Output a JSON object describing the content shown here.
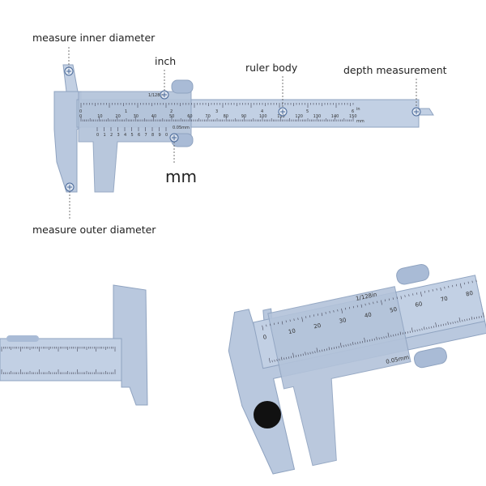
{
  "labels": {
    "inner": "measure inner diameter",
    "inch": "inch",
    "body": "ruler body",
    "depth": "depth measurement",
    "mm": "mm",
    "outer": "measure outer diameter"
  },
  "scale": {
    "inch_unit": "in",
    "mm_unit": "mm",
    "inch_vernier": "1/128in",
    "mm_vernier": "0.05mm",
    "inch_numbers": [
      "0",
      "1",
      "2",
      "3",
      "4",
      "5",
      "6"
    ],
    "mm_numbers": [
      "0",
      "10",
      "20",
      "30",
      "40",
      "50",
      "60",
      "70",
      "80",
      "90",
      "100",
      "110",
      "120",
      "130",
      "140",
      "150"
    ],
    "vernier_numbers": [
      "0",
      "1",
      "2",
      "3",
      "4",
      "5",
      "6",
      "7",
      "8",
      "9",
      "0"
    ]
  },
  "colors": {
    "body": "#b9c8de",
    "edge": "#8fa3c0",
    "marker": "#4a6a9a"
  }
}
